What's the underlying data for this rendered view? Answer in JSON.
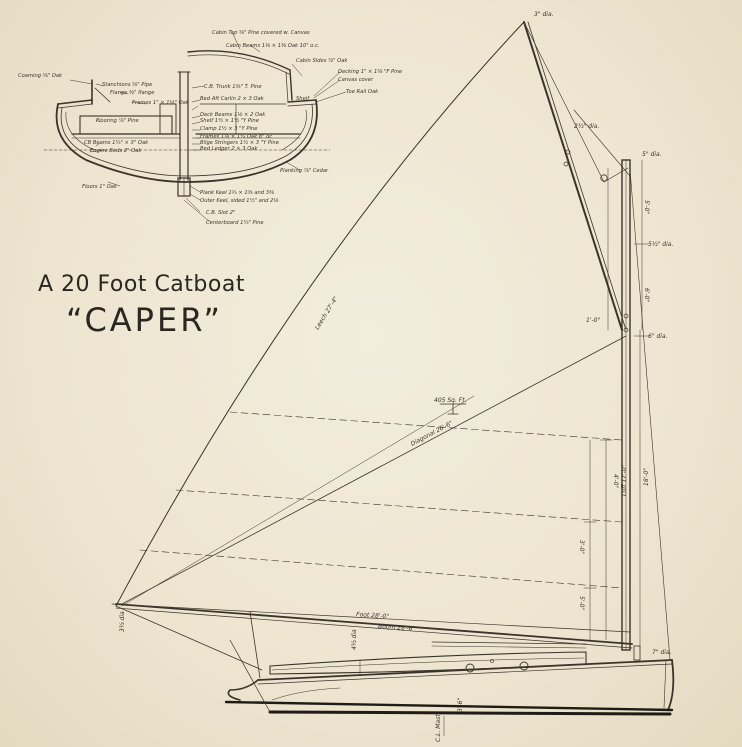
{
  "title": {
    "line1": "A 20 Foot Catboat",
    "line2": "“CAPER”"
  },
  "section_labels": {
    "cabin_top": "Cabin Top ⅝\" Pine covered w. Canvas",
    "cabin_beams": "Cabin Beams 1⅛ × 1⅜ Oak 10\" o.c.",
    "cabin_sides": "Cabin Sides ⅞\" Oak",
    "coaming": "Coaming ⅝\" Oak",
    "stanchions": "Stanchions ⅝\" Pipe",
    "stanchion_flange": "Flange ⅜\" flange",
    "flooring": "Flooring ⅞\" Pine",
    "cb_beams": "CB Beams 1¼\" × 3\" Oak",
    "engine_beds": "Engine Beds 2\" Oak",
    "floors": "Floors 1\" Oak",
    "decking": "Decking 1\" × 1⅝ \"F Pine",
    "deck_canvas": "Canvas cover",
    "toe_rail": "Toe Rail Oak",
    "shelf": "Shelf",
    "frames_center": "Frames 1\" × 1⅛\" Oak",
    "cb_trunk": "C.B. Trunk 1⅜\" T. Pine",
    "bed_aft_carlin": "Bed Aft Carlin 2 × 3 Oak",
    "deck_beams": "Deck Beams 1⅛ × 2 Oak",
    "shelf_ypine": "Shelf 1½ × 1½ \"Y Pine",
    "clamp": "Clamp 1½ × 3 \"Y Pine",
    "frames": "Frames 1⅛ × 1¼ Oak 8\" oc",
    "bilge_stringers": "Bilge Stringers 1½ × 3 \"Y Pine",
    "bed_ledger": "Bed Ledger 2 × 3 Oak",
    "planking": "Planking ⅞\" Cedar",
    "plank_keel": "Plank Keel 1¾ × 1⅜ and 3⅜",
    "outer_keel": "Outer Keel, sided 1½\" and 2⅛",
    "cb_slot": "C.B. Slot 2\"",
    "centerboard": "Centerboard 1¼\" Pine"
  },
  "sail_labels": {
    "leech": "Leech 27'-4\"",
    "diagonal": "Diagonal 26'-6\"",
    "area": "405 Sq. Ft.",
    "foot": "Foot 28'-0\"",
    "boom": "Boom 28'-6\"",
    "gaff_head": "3\" dia.",
    "gaff_dia": "2½\" dia.",
    "masthead": "5\" dia.",
    "mast_mid": "5½\" dia.",
    "mast_lower": "6\" dia.",
    "mast_heel": "7\" dia.",
    "luff_upper": "5'-0\"",
    "luff_mid": "6'-0\"",
    "hoist_top": "4'-0\"",
    "hoist_mid": "3'-0\"",
    "hoist_low": "5'-0\"",
    "luff_total": "Luff 17'-0\"",
    "mast_height": "18'-0\"",
    "boom_end": "3½ dia",
    "boom_mid": "4½ dia",
    "stern_dim": "3'-6\"",
    "bow_dim": "1'-0\"",
    "cl_mast": "C.L. Mast"
  },
  "colors": {
    "paper": "#efe8d6",
    "ink": "#2a2620"
  }
}
